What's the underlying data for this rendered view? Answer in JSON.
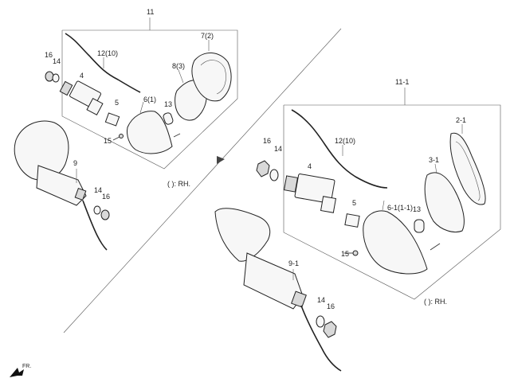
{
  "left_assembly": {
    "assembly_ref": "11",
    "labels": {
      "p16": "16",
      "p14": "14",
      "p4": "4",
      "p12": "12(10)",
      "p5": "5",
      "p6": "6(1)",
      "p13": "13",
      "p8": "8(3)",
      "p7": "7(2)",
      "p15": "15",
      "p9": "9",
      "p14b": "14",
      "p16b": "16"
    },
    "note": "( ): RH."
  },
  "right_assembly": {
    "assembly_ref": "11-1",
    "labels": {
      "p16": "16",
      "p14": "14",
      "p4": "4",
      "p12": "12(10)",
      "p5": "5",
      "p61": "6-1(1-1)",
      "p13": "13",
      "p31": "3-1",
      "p21": "2-1",
      "p15": "15",
      "p91": "9-1",
      "p14b": "14",
      "p16b": "16"
    },
    "note": "( ): RH."
  },
  "front_marker": "FR."
}
